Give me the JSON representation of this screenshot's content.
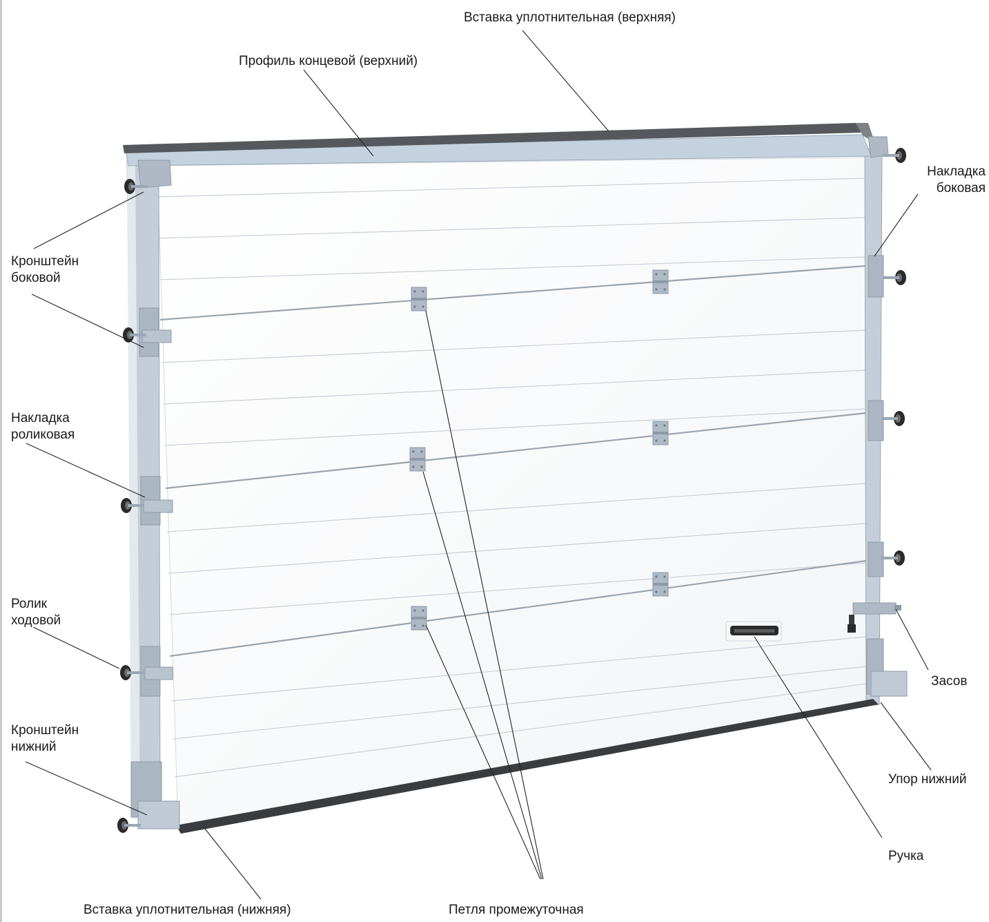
{
  "labels": {
    "top_seal": "Вставка уплотнительная (верхняя)",
    "top_profile": "Профиль концевой (верхний)",
    "side_bracket": {
      "line1": "Кронштейн",
      "line2": "боковой"
    },
    "side_cover": {
      "line1": "Накладка",
      "line2": "боковая"
    },
    "roller_cover": {
      "line1": "Накладка",
      "line2": "роликовая"
    },
    "roller": {
      "line1": "Ролик",
      "line2": "ходовой"
    },
    "bottom_bracket": {
      "line1": "Кронштейн",
      "line2": "нижний"
    },
    "latch": "Засов",
    "bottom_stop": "Упор нижний",
    "handle": "Ручка",
    "bottom_seal": "Вставка уплотнительная (нижняя)",
    "hinge": "Петля промежуточная"
  },
  "colors": {
    "panel": "#ffffff",
    "groove": "#c6cdd6",
    "profile": "#c7d4e2",
    "seal": "#595b5f",
    "metal": "#aab7c4",
    "roller": "#2c2c2c",
    "leader": "#222222"
  }
}
